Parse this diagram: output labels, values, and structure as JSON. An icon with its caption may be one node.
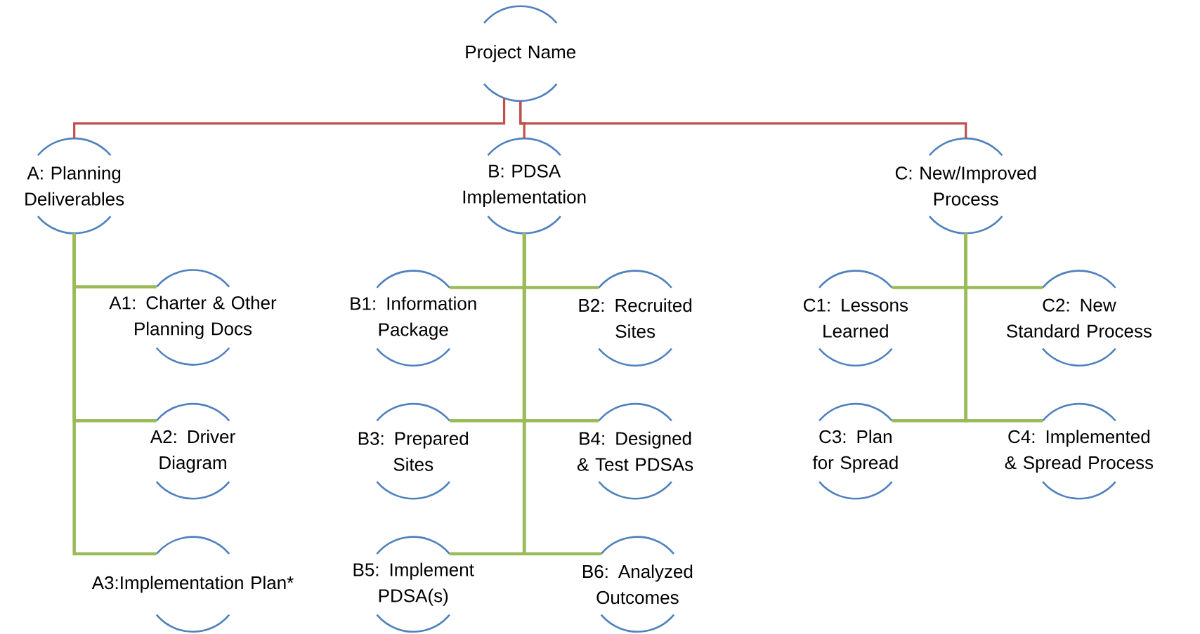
{
  "diagram": {
    "nodes": [
      {
        "text": [
          "Project Name"
        ]
      },
      {
        "text": [
          "A: Planning Deliverables"
        ]
      },
      {
        "text": [
          "B: PDSA Implementation"
        ]
      },
      {
        "text": [
          "C: New/Improved Process"
        ]
      },
      {
        "text": [
          "A1: Charter & Other Planning Docs"
        ]
      },
      {
        "text": [
          "A2: Driver Diagram"
        ]
      },
      {
        "text": [
          "A3:Implementation Plan*"
        ]
      },
      {
        "text": [
          "B1: Information Package"
        ]
      },
      {
        "text": [
          "B2: Recruited Sites"
        ]
      },
      {
        "text": [
          "B3: Prepared Sites"
        ]
      },
      {
        "text": [
          "B4: Designed & Test PDSAs"
        ]
      },
      {
        "text": [
          "B5: Implement PDSA(s)"
        ]
      },
      {
        "text": [
          "B6: Analyzed Outcomes"
        ]
      },
      {
        "text": [
          "C1: Lessons Learned"
        ]
      },
      {
        "text": [
          "C2: New Standard Process"
        ]
      },
      {
        "text": [
          "C3: Plan for Spread"
        ]
      },
      {
        "text": [
          "C4: Implemented & Spread Process"
        ]
      }
    ],
    "edges": [
      {
        "from": 0,
        "to": 1,
        "arrow": "none",
        "color": "#c0504d"
      },
      {
        "from": 0,
        "to": 2,
        "arrow": "none",
        "color": "#c0504d"
      },
      {
        "from": 0,
        "to": 3,
        "arrow": "none",
        "color": "#c0504d"
      },
      {
        "from": 1,
        "to": 4,
        "arrow": "none"
      },
      {
        "from": 1,
        "to": 5,
        "arrow": "none"
      },
      {
        "from": 1,
        "to": 6,
        "arrow": "none"
      },
      {
        "from": 2,
        "to": 7,
        "arrow": "none"
      },
      {
        "from": 2,
        "to": 8,
        "arrow": "none"
      },
      {
        "from": 2,
        "to": 9,
        "arrow": "none"
      },
      {
        "from": 2,
        "to": 10,
        "arrow": "none"
      },
      {
        "from": 2,
        "to": 11,
        "arrow": "none"
      },
      {
        "from": 2,
        "to": 12,
        "arrow": "none"
      },
      {
        "from": 3,
        "to": 13,
        "arrow": "none"
      },
      {
        "from": 3,
        "to": 14,
        "arrow": "none"
      },
      {
        "from": 3,
        "to": 15,
        "arrow": "none"
      },
      {
        "from": 3,
        "to": 16,
        "arrow": "none"
      }
    ]
  }
}
